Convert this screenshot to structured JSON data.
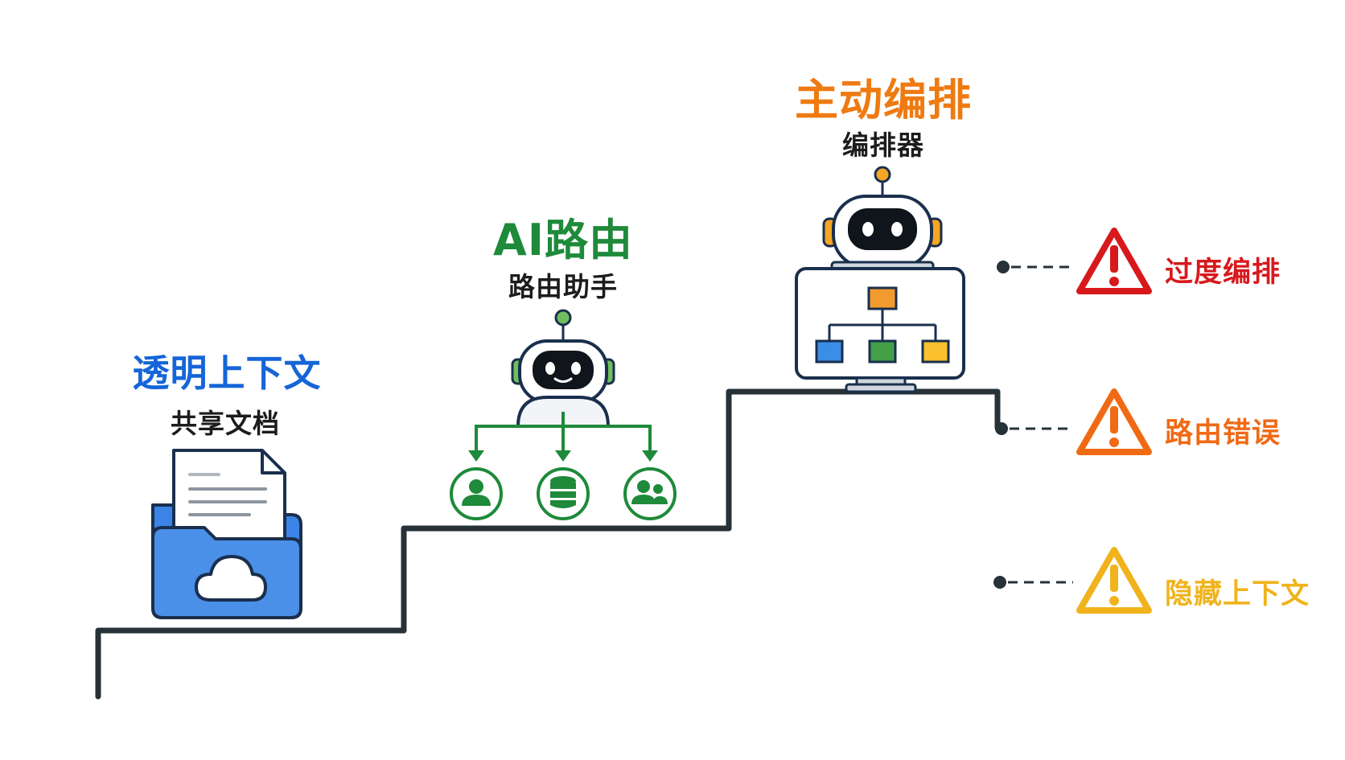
{
  "stages": [
    {
      "title": "透明上下文",
      "subtitle": "共享文档",
      "color": "#1565d8",
      "icon": "folder-cloud-icon"
    },
    {
      "title": "AI路由",
      "subtitle": "路由助手",
      "color": "#1e8a3a",
      "icon": "robot-router-icon"
    },
    {
      "title": "主动编排",
      "subtitle": "编排器",
      "color": "#ef7a12",
      "icon": "robot-orchestrator-icon"
    }
  ],
  "warnings": [
    {
      "label": "过度编排",
      "color": "#d7191c",
      "icon": "warning-icon"
    },
    {
      "label": "路由错误",
      "color": "#f06a14",
      "icon": "warning-icon"
    },
    {
      "label": "隐藏上下文",
      "color": "#f0b31c",
      "icon": "warning-icon"
    }
  ],
  "colors": {
    "line": "#263238",
    "folder_blue": "#3b83e6",
    "router_green": "#1e8a3a",
    "orchestrator_orange": "#ef7a12",
    "node_blue": "#3b8ee6",
    "node_green": "#43a047",
    "node_yellow": "#fbc02d"
  }
}
